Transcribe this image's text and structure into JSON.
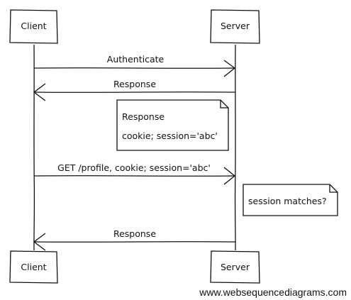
{
  "participants": {
    "client": "Client",
    "server": "Server"
  },
  "messages": {
    "m1": "Authenticate",
    "m2": "Response",
    "m3": "GET /profile, cookie; session='abc'",
    "m4": "Response"
  },
  "notes": {
    "response_note": {
      "line1": "Response",
      "line2": "cookie; session='abc'"
    },
    "server_note": {
      "line1": "session matches?"
    }
  },
  "watermark": "www.websequencediagrams.com"
}
